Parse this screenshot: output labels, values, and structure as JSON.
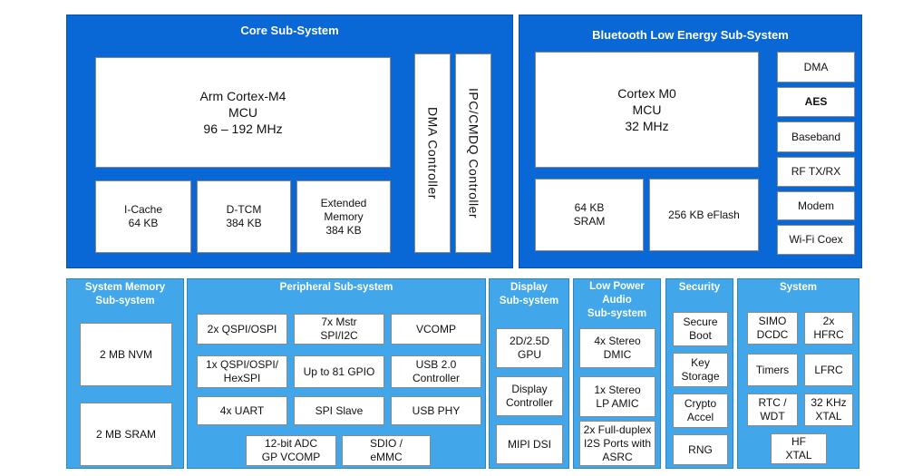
{
  "core": {
    "title": "Core Sub-System",
    "mcu": "Arm Cortex-M4\nMCU\n96 – 192 MHz",
    "icache": "I-Cache\n64 KB",
    "dtcm": "D-TCM\n384 KB",
    "extmem": "Extended\nMemory\n384 KB",
    "dma": "DMA Controller",
    "ipc": "IPC/CMDQ Controller"
  },
  "ble": {
    "title": "Bluetooth Low Energy Sub-System",
    "mcu": "Cortex M0\nMCU\n32 MHz",
    "sram": "64 KB\nSRAM",
    "eflash": "256 KB eFlash",
    "blocks": [
      "DMA",
      "AES",
      "Baseband",
      "RF TX/RX",
      "Modem",
      "Wi-Fi Coex"
    ]
  },
  "sysmem": {
    "title": "System Memory\nSub-system",
    "nvm": "2 MB NVM",
    "sram": "2 MB SRAM"
  },
  "peripheral": {
    "title": "Peripheral Sub-system",
    "row1": [
      "2x QSPI/OSPI",
      "7x Mstr\nSPI/I2C",
      "VCOMP"
    ],
    "row2": [
      "1x QSPI/OSPI/\nHexSPI",
      "Up to 81 GPIO",
      "USB 2.0\nController"
    ],
    "row3": [
      "4x UART",
      "SPI Slave",
      "USB PHY"
    ],
    "row4": [
      "12-bit ADC\nGP VCOMP",
      "SDIO /\neMMC"
    ]
  },
  "display": {
    "title": "Display\nSub-system",
    "gpu": "2D/2.5D\nGPU",
    "controller": "Display\nController",
    "dsi": "MIPI DSI"
  },
  "audio": {
    "title": "Low Power\nAudio\nSub-system",
    "dmic": "4x Stereo\nDMIC",
    "amic": "1x Stereo\nLP AMIC",
    "i2s": "2x Full-duplex\nI2S Ports with\nASRC"
  },
  "security": {
    "title": "Security",
    "boot": "Secure\nBoot",
    "key": "Key\nStorage",
    "crypto": "Crypto\nAccel",
    "rng": "RNG"
  },
  "system": {
    "title": "System",
    "simo": "SIMO\nDCDC",
    "hfrc": "2x\nHFRC",
    "timers": "Timers",
    "lfrc": "LFRC",
    "rtc": "RTC /\nWDT",
    "xtal32": "32 KHz\nXTAL",
    "hfxtal": "HF\nXTAL"
  },
  "colors": {
    "dark_blue": "#0a68d6",
    "light_blue": "#41a7ea"
  }
}
